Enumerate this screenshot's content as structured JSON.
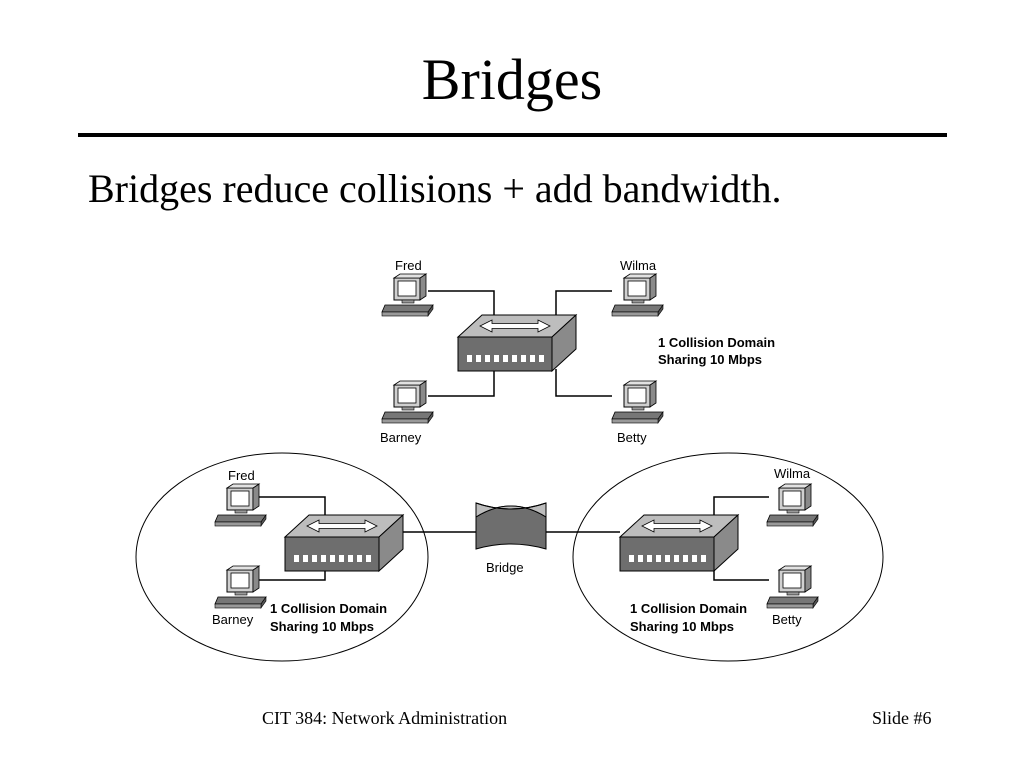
{
  "slide": {
    "title": "Bridges",
    "bullet": "Bridges reduce collisions + add bandwidth."
  },
  "top_network": {
    "hosts": {
      "top_left": "Fred",
      "top_right": "Wilma",
      "bottom_left": "Barney",
      "bottom_right": "Betty"
    },
    "collision_domain": {
      "line1": "1 Collision Domain",
      "line2": "Sharing 10 Mbps"
    }
  },
  "bottom_network": {
    "bridge_label": "Bridge",
    "left_segment": {
      "hosts": {
        "top": "Fred",
        "bottom": "Barney"
      },
      "collision_domain": {
        "line1": "1 Collision Domain",
        "line2": "Sharing 10 Mbps"
      }
    },
    "right_segment": {
      "hosts": {
        "top": "Wilma",
        "bottom": "Betty"
      },
      "collision_domain": {
        "line1": "1 Collision Domain",
        "line2": "Sharing 10 Mbps"
      }
    }
  },
  "footer": {
    "course": "CIT 384: Network Administration",
    "slide_number": "Slide #6"
  },
  "colors": {
    "device_top": "#bdbdbd",
    "device_front": "#6e6e6e",
    "device_side": "#8a8a8a",
    "screen": "#ffffff",
    "line": "#000000"
  }
}
